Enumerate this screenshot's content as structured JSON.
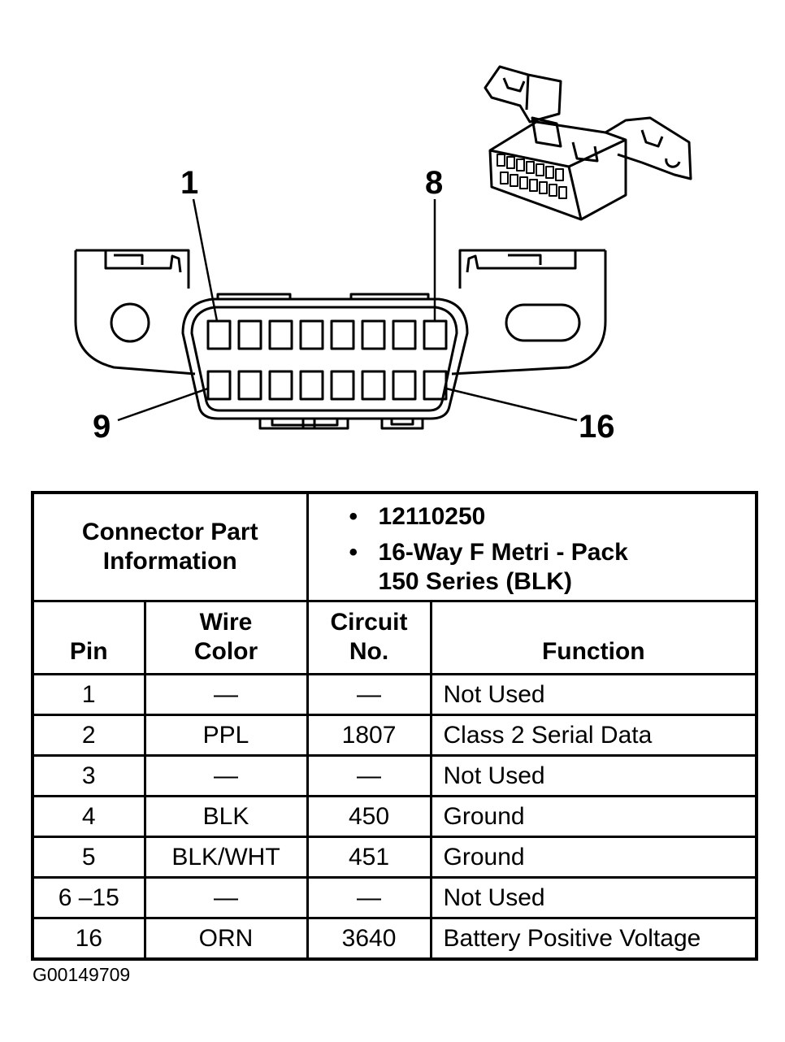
{
  "diagram": {
    "pin_labels": {
      "pin1": "1",
      "pin8": "8",
      "pin9": "9",
      "pin16": "16"
    }
  },
  "table": {
    "header": {
      "info_label": [
        "Connector Part",
        "Information"
      ],
      "part_bullets": [
        "12110250",
        "16-Way F Metri - Pack",
        "150 Series (BLK)"
      ]
    },
    "columns": {
      "pin": "Pin",
      "wire_color": [
        "Wire",
        "Color"
      ],
      "circuit": [
        "Circuit",
        "No."
      ],
      "function": "Function"
    },
    "rows": [
      {
        "pin": "1",
        "wire": "—",
        "circuit": "—",
        "function": "Not Used"
      },
      {
        "pin": "2",
        "wire": "PPL",
        "circuit": "1807",
        "function": "Class 2 Serial Data"
      },
      {
        "pin": "3",
        "wire": "—",
        "circuit": "—",
        "function": "Not Used"
      },
      {
        "pin": "4",
        "wire": "BLK",
        "circuit": "450",
        "function": "Ground"
      },
      {
        "pin": "5",
        "wire": "BLK/WHT",
        "circuit": "451",
        "function": "Ground"
      },
      {
        "pin": "6 –15",
        "wire": "—",
        "circuit": "—",
        "function": "Not Used"
      },
      {
        "pin": "16",
        "wire": "ORN",
        "circuit": "3640",
        "function": "Battery Positive Voltage"
      }
    ]
  },
  "footer": {
    "figure_id": "G00149709"
  }
}
